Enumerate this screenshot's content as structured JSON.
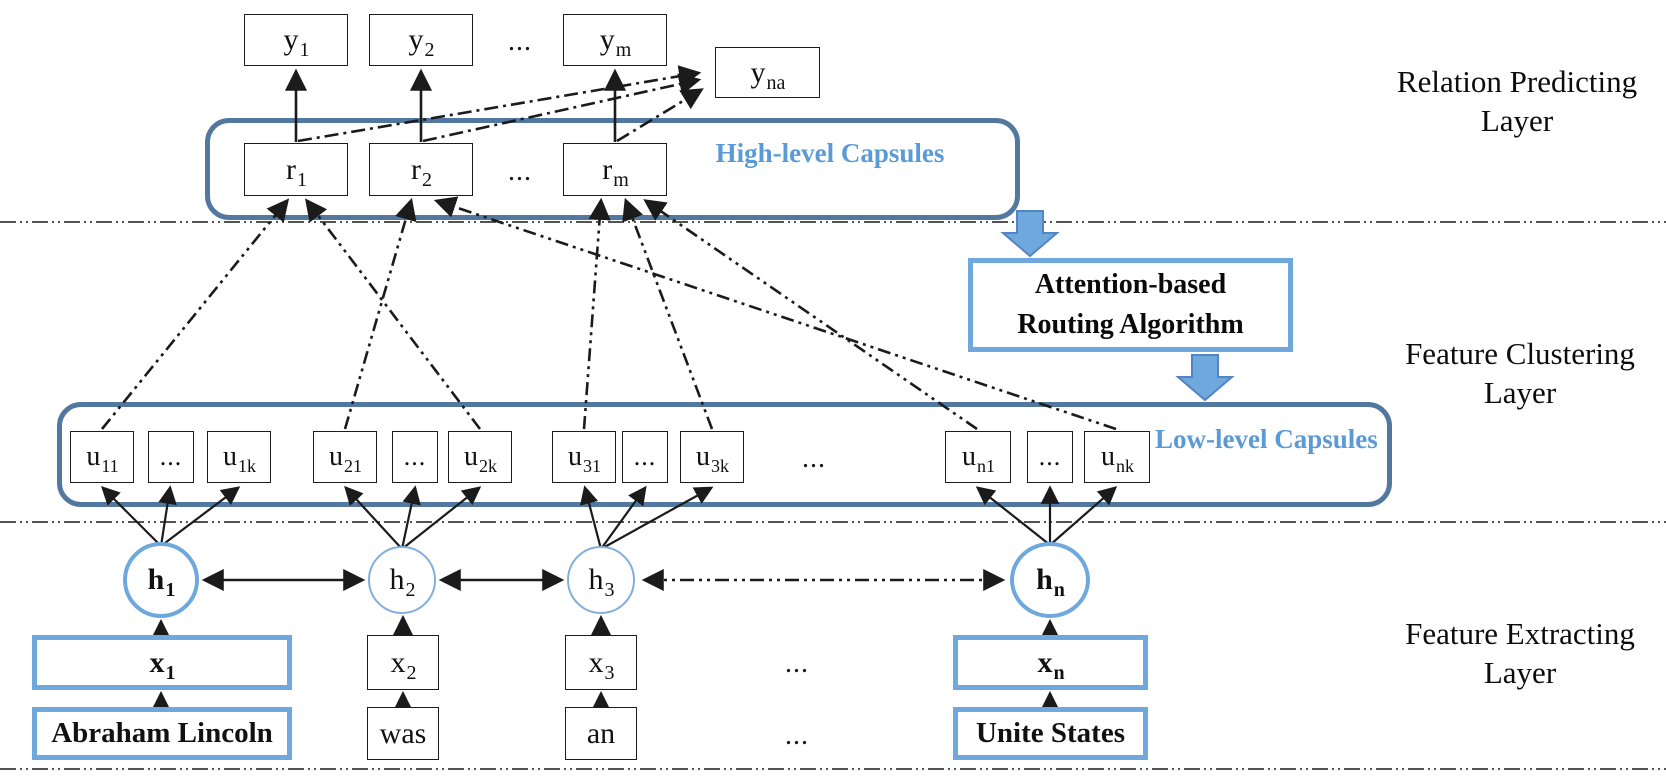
{
  "colors": {
    "slate_border": "#53789f",
    "blue_border": "#6fa8dc",
    "blue_text": "#5b9bd5",
    "line_black": "#1b1b1b"
  },
  "layer_labels": {
    "relation_predicting": {
      "line1": "Relation Predicting",
      "line2": "Layer"
    },
    "feature_clustering": {
      "line1": "Feature Clustering",
      "line2": "Layer"
    },
    "feature_extracting": {
      "line1": "Feature Extracting",
      "line2": "Layer"
    }
  },
  "capsule_groups": {
    "high_label": "High-level Capsules",
    "low_label": "Low-level Capsules"
  },
  "routing_box": {
    "line1": "Attention-based",
    "line2": "Routing Algorithm"
  },
  "output_row": {
    "y1": {
      "base": "y",
      "sub": "1"
    },
    "y2": {
      "base": "y",
      "sub": "2"
    },
    "dots": "...",
    "ym": {
      "base": "y",
      "sub": "m"
    },
    "yna": {
      "base": "y",
      "sub": "na"
    }
  },
  "relation_row": {
    "r1": {
      "base": "r",
      "sub": "1"
    },
    "r2": {
      "base": "r",
      "sub": "2"
    },
    "dots": "...",
    "rm": {
      "base": "r",
      "sub": "m"
    }
  },
  "lowcaps_row": {
    "u11": {
      "base": "u",
      "sub": "11"
    },
    "d1": "...",
    "u1k": {
      "base": "u",
      "sub": "1k"
    },
    "u21": {
      "base": "u",
      "sub": "21"
    },
    "d2": "...",
    "u2k": {
      "base": "u",
      "sub": "2k"
    },
    "u31": {
      "base": "u",
      "sub": "31"
    },
    "d3": "...",
    "u3k": {
      "base": "u",
      "sub": "3k"
    },
    "dbig": "...",
    "un1": {
      "base": "u",
      "sub": "n1"
    },
    "d4": "...",
    "unk": {
      "base": "u",
      "sub": "nk"
    }
  },
  "hidden_row": {
    "h1": {
      "base": "h",
      "sub": "1"
    },
    "h2": {
      "base": "h",
      "sub": "2"
    },
    "h3": {
      "base": "h",
      "sub": "3"
    },
    "hn": {
      "base": "h",
      "sub": "n"
    }
  },
  "embedding_row": {
    "x1": {
      "base": "x",
      "sub": "1"
    },
    "x2": {
      "base": "x",
      "sub": "2"
    },
    "x3": {
      "base": "x",
      "sub": "3"
    },
    "dots": "...",
    "xn": {
      "base": "x",
      "sub": "n"
    }
  },
  "token_row": {
    "t1": "Abraham Lincoln",
    "t2": "was",
    "t3": "an",
    "dots": "...",
    "tn": "Unite States"
  }
}
